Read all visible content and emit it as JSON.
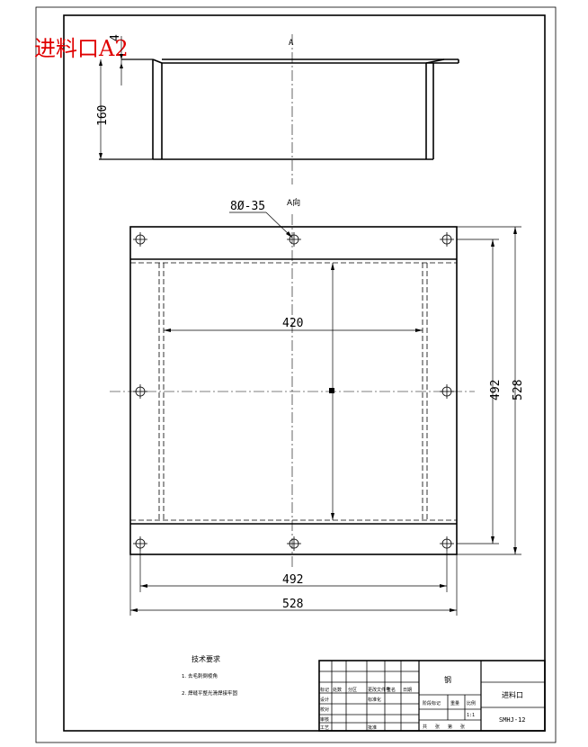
{
  "title": {
    "text": "进料口A2",
    "color": "#e00000"
  },
  "top_view": {
    "section_marker": "A",
    "dim_thickness": "4",
    "dim_height": "160"
  },
  "plan_view": {
    "view_label": "A向",
    "hole_callout": "8Ø-35",
    "dim_inner_width": "420",
    "dim_inner_height": "492",
    "dim_outer_height": "528",
    "dim_bolt_width": "492",
    "dim_outer_width": "528"
  },
  "tech_requirements": {
    "heading": "技术要求",
    "items": [
      "1. 去毛刺倒棱角",
      "2. 焊缝平整光滑焊接牢固"
    ]
  },
  "title_block": {
    "material": "钢",
    "part_name": "进料口",
    "drawing_no": "SMHJ-12",
    "scale": "1:1",
    "revision_headers": [
      "标记",
      "处数",
      "分区",
      "更改文件号",
      "签名",
      "日期"
    ],
    "role_labels": [
      "设计",
      "校对",
      "审核",
      "工艺",
      "标准化",
      "批准"
    ],
    "stage_headers": [
      "阶段标记",
      "重量",
      "比例"
    ],
    "sheet_labels": [
      "共",
      "张",
      "第",
      "张"
    ]
  }
}
